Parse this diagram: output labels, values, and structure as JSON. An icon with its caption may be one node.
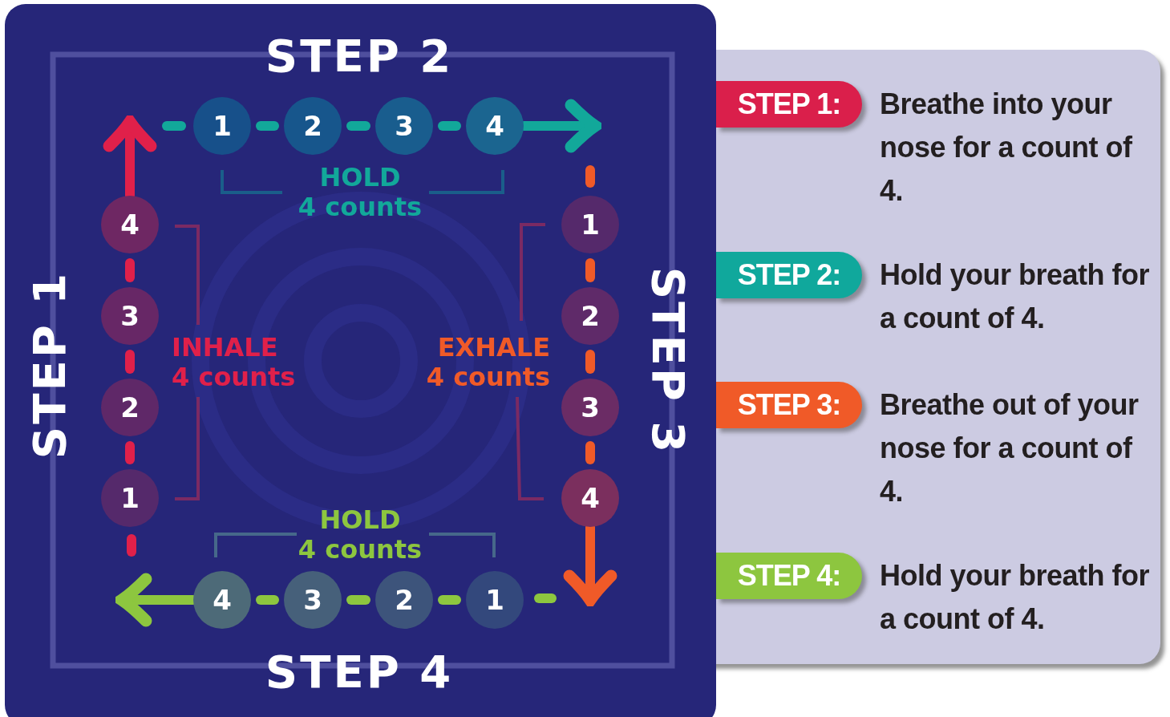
{
  "diagram": {
    "nodes": [
      {
        "text": [
          "1"
        ]
      },
      {
        "text": [
          "2"
        ]
      },
      {
        "text": [
          "3"
        ]
      },
      {
        "text": [
          "4"
        ]
      },
      {
        "text": [
          "4"
        ]
      },
      {
        "text": [
          "3"
        ]
      },
      {
        "text": [
          "2"
        ]
      },
      {
        "text": [
          "1"
        ]
      },
      {
        "text": [
          "1"
        ]
      },
      {
        "text": [
          "2"
        ]
      },
      {
        "text": [
          "3"
        ]
      },
      {
        "text": [
          "4"
        ]
      },
      {
        "text": [
          "4"
        ]
      },
      {
        "text": [
          "3"
        ]
      },
      {
        "text": [
          "2"
        ]
      },
      {
        "text": [
          "1"
        ]
      },
      {
        "text": [
          "STEP 1:"
        ],
        "beside": [
          "Breathe into your nose for a count of 4."
        ]
      },
      {
        "text": [
          "STEP 2:"
        ],
        "beside": [
          "Hold your breath for a count of 4."
        ]
      },
      {
        "text": [
          "STEP 3:"
        ],
        "beside": [
          "Breathe out of your nose for a count of 4."
        ]
      },
      {
        "text": [
          "STEP 4:"
        ],
        "beside": [
          "Hold your breath for a count of 4."
        ]
      }
    ],
    "edges": [
      {
        "from": 7,
        "to": 6,
        "arrow": "none",
        "style": "dashed",
        "color": "#e0204a"
      },
      {
        "from": 6,
        "to": 5,
        "arrow": "none",
        "style": "dashed",
        "color": "#e0204a"
      },
      {
        "from": 5,
        "to": 4,
        "arrow": "none",
        "style": "dashed",
        "color": "#e0204a"
      },
      {
        "from": 4,
        "to": null,
        "arrow": "to",
        "color": "#e0204a"
      },
      {
        "from": 0,
        "to": 1,
        "arrow": "none",
        "style": "dashed",
        "color": "#12a89a"
      },
      {
        "from": 1,
        "to": 2,
        "arrow": "none",
        "style": "dashed",
        "color": "#12a89a"
      },
      {
        "from": 2,
        "to": 3,
        "arrow": "none",
        "style": "dashed",
        "color": "#12a89a"
      },
      {
        "from": 3,
        "to": null,
        "arrow": "to",
        "color": "#12a89a"
      },
      {
        "from": 8,
        "to": 9,
        "arrow": "none",
        "style": "dashed",
        "color": "#f05a28"
      },
      {
        "from": 9,
        "to": 10,
        "arrow": "none",
        "style": "dashed",
        "color": "#f05a28"
      },
      {
        "from": 10,
        "to": 11,
        "arrow": "none",
        "style": "dashed",
        "color": "#f05a28"
      },
      {
        "from": 11,
        "to": null,
        "arrow": "to",
        "color": "#f05a28"
      },
      {
        "from": 15,
        "to": 14,
        "arrow": "none",
        "style": "dashed",
        "color": "#8dc63f"
      },
      {
        "from": 14,
        "to": 13,
        "arrow": "none",
        "style": "dashed",
        "color": "#8dc63f"
      },
      {
        "from": 13,
        "to": 12,
        "arrow": "none",
        "style": "dashed",
        "color": "#8dc63f"
      },
      {
        "from": 12,
        "to": null,
        "arrow": "to",
        "color": "#8dc63f"
      }
    ],
    "labels": [
      "STEP 2",
      "HOLD",
      "4 counts",
      "STEP 1",
      "INHALE",
      "4 counts",
      "EXHALE",
      "4 counts",
      "STEP 3",
      "HOLD",
      "4 counts",
      "STEP 4"
    ]
  }
}
